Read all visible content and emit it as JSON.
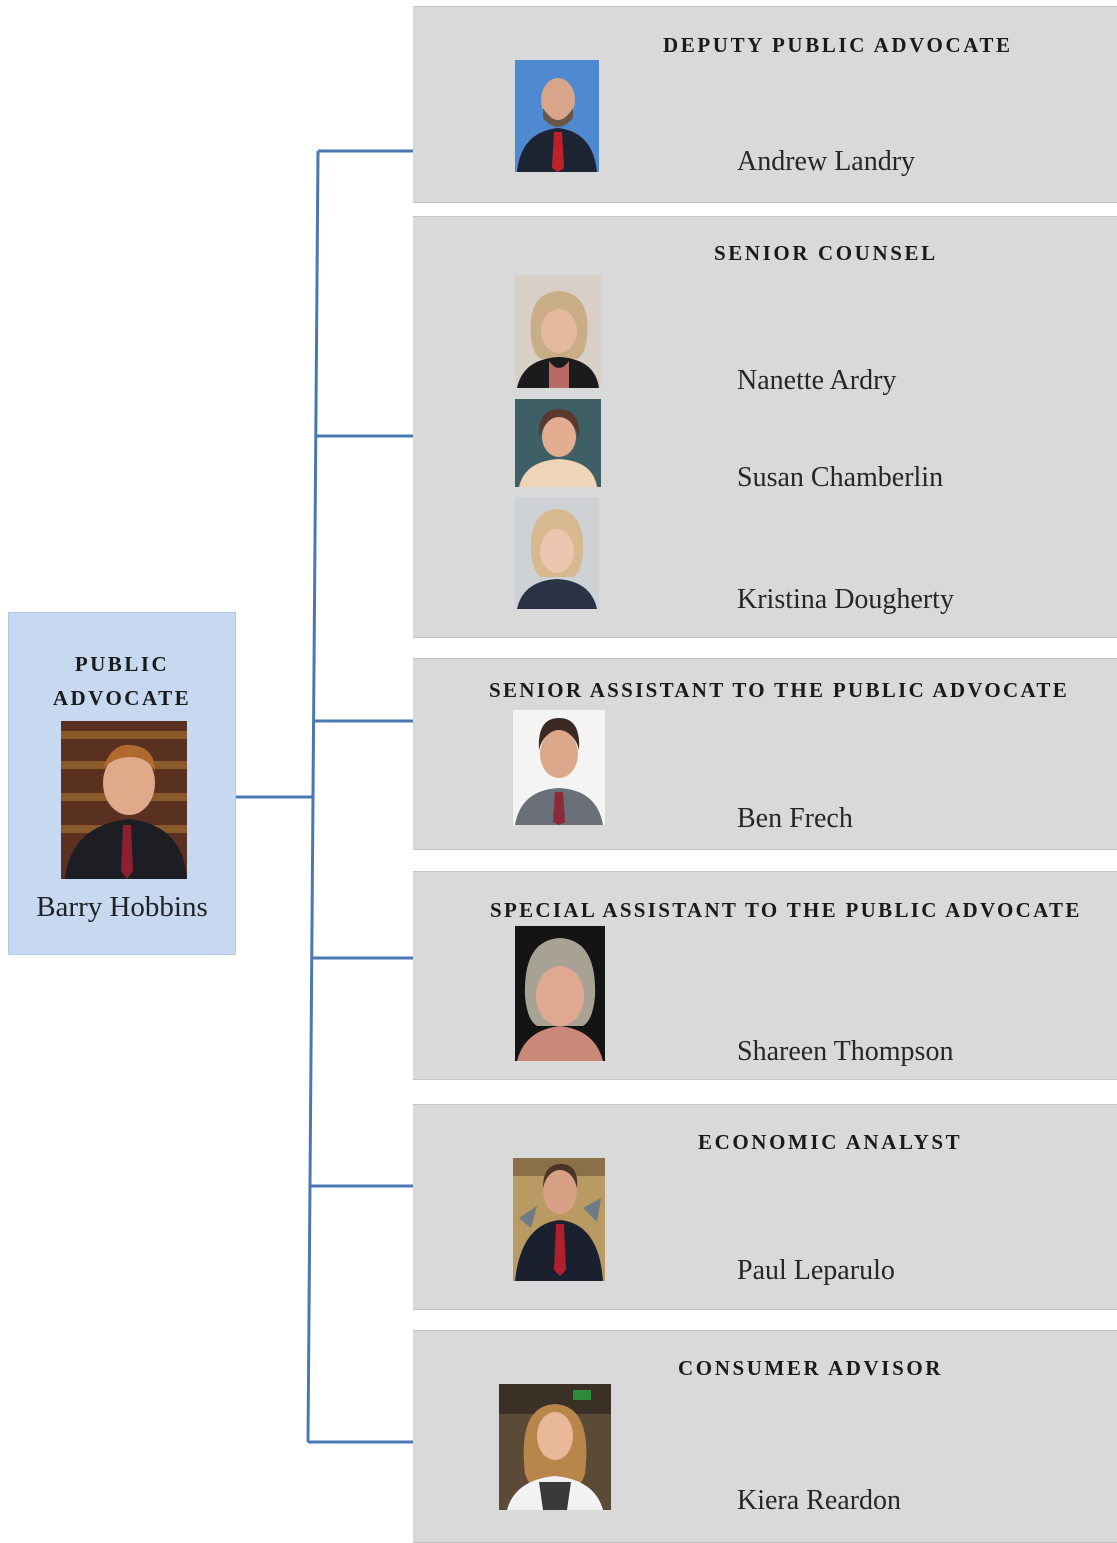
{
  "head": {
    "title_line1": "PUBLIC",
    "title_line2": "ADVOCATE",
    "name": "Barry Hobbins",
    "photo": "portrait-icon"
  },
  "groups": [
    {
      "title": "DEPUTY PUBLIC ADVOCATE",
      "people": [
        {
          "name": "Andrew Landry",
          "photo": "portrait-icon"
        }
      ]
    },
    {
      "title": "SENIOR COUNSEL",
      "people": [
        {
          "name": "Nanette Ardry",
          "photo": "portrait-icon"
        },
        {
          "name": "Susan Chamberlin",
          "photo": "portrait-icon"
        },
        {
          "name": "Kristina Dougherty",
          "photo": "portrait-icon"
        }
      ]
    },
    {
      "title": "SENIOR ASSISTANT TO THE PUBLIC ADVOCATE",
      "people": [
        {
          "name": "Ben Frech",
          "photo": "portrait-icon"
        }
      ]
    },
    {
      "title": "SPECIAL ASSISTANT TO THE PUBLIC ADVOCATE",
      "people": [
        {
          "name": "Shareen Thompson",
          "photo": "portrait-icon"
        }
      ]
    },
    {
      "title": "ECONOMIC ANALYST",
      "people": [
        {
          "name": "Paul Leparulo",
          "photo": "portrait-icon"
        }
      ]
    },
    {
      "title": "CONSUMER ADVISOR",
      "people": [
        {
          "name": "Kiera Reardon",
          "photo": "portrait-icon"
        }
      ]
    }
  ],
  "colors": {
    "connector": "#4a78b0",
    "head_box": "#c6d9f0",
    "panel": "#d9d9d9"
  }
}
